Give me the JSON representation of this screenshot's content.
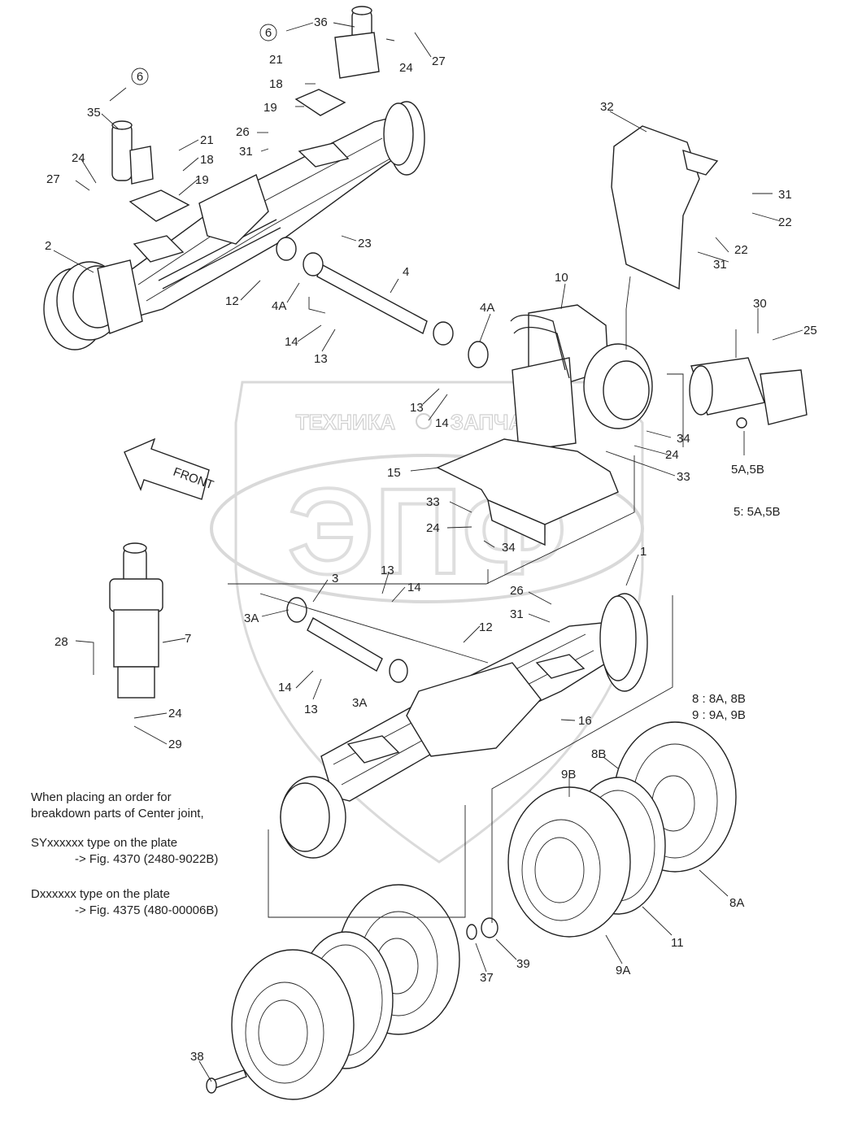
{
  "watermark": {
    "brand_left": "ТЕХНИКА",
    "brand_right": "ЗАПЧАСТИ",
    "logo": "ЭПФ"
  },
  "direction_arrow": {
    "label": "FRONT"
  },
  "part_labels": {
    "p1": "1",
    "p2": "2",
    "p3": "3",
    "p3a_1": "3A",
    "p3a_2": "3A",
    "p4": "4",
    "p4a_1": "4A",
    "p4a_2": "4A",
    "p5ab": "5A,5B",
    "p6_1": "6",
    "p6_2": "6",
    "p7": "7",
    "p8a": "8A",
    "p8b": "8B",
    "p9a": "9A",
    "p9b": "9B",
    "p10": "10",
    "p11": "11",
    "p12_1": "12",
    "p12_2": "12",
    "p13_1": "13",
    "p13_2": "13",
    "p13_3": "13",
    "p13_4": "13",
    "p14_1": "14",
    "p14_2": "14",
    "p14_3": "14",
    "p14_4": "14",
    "p15": "15",
    "p16": "16",
    "p18_1": "18",
    "p18_2": "18",
    "p19_1": "19",
    "p19_2": "19",
    "p21_1": "21",
    "p21_2": "21",
    "p22_1": "22",
    "p22_2": "22",
    "p23": "23",
    "p24_1": "24",
    "p24_2": "24",
    "p24_3": "24",
    "p24_4": "24",
    "p24_5": "24",
    "p25": "25",
    "p26_1": "26",
    "p26_2": "26",
    "p27_1": "27",
    "p27_2": "27",
    "p28": "28",
    "p29": "29",
    "p30": "30",
    "p31_1": "31",
    "p31_2": "31",
    "p31_3": "31",
    "p31_4": "31",
    "p32": "32",
    "p33_1": "33",
    "p33_2": "33",
    "p34_1": "34",
    "p34_2": "34",
    "p35": "35",
    "p36": "36",
    "p37": "37",
    "p38": "38",
    "p39": "39"
  },
  "legends": {
    "l5": "5: 5A,5B",
    "l8": "8 : 8A, 8B",
    "l9": "9 : 9A, 9B"
  },
  "order_note": {
    "line1": "When placing an order for",
    "line2": "breakdown parts of Center joint,",
    "line3": "SYxxxxxx type on the plate",
    "line4": "-> Fig. 4370 (2480-9022B)",
    "line5": "Dxxxxxx type on the plate",
    "line6": "-> Fig. 4375 (480-00006B)"
  }
}
